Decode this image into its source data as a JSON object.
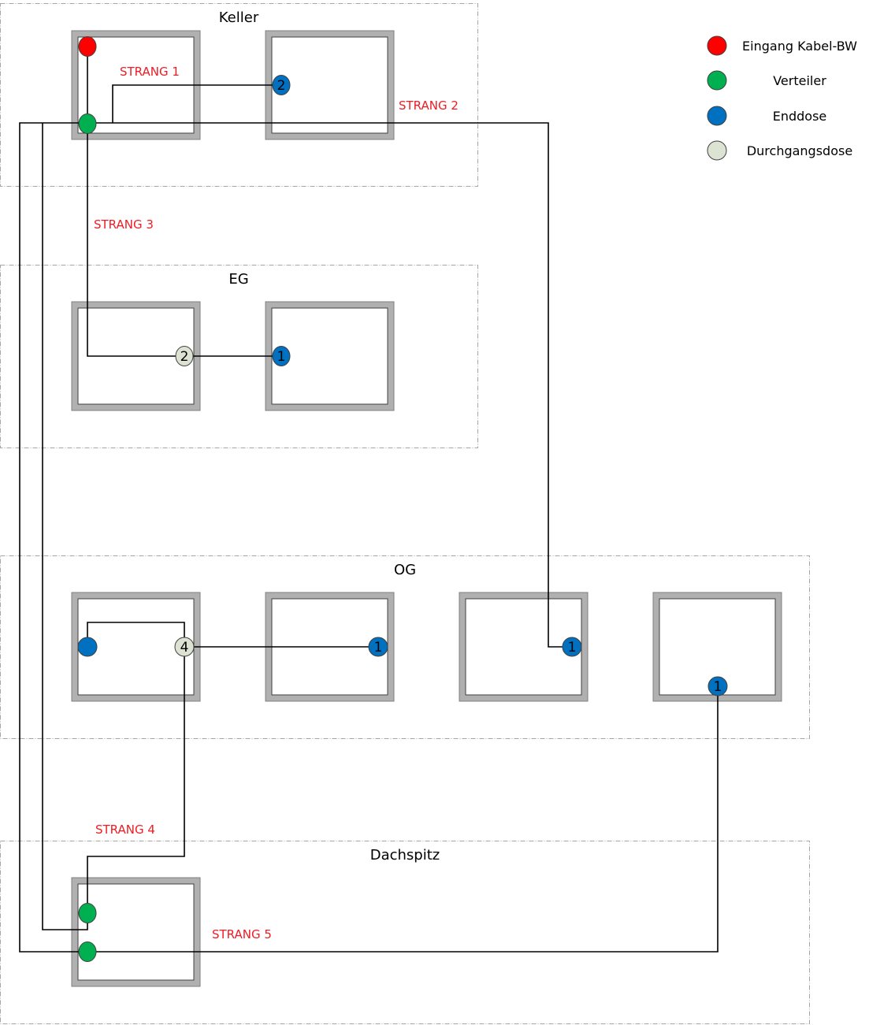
{
  "colors": {
    "eingang": "#ff0000",
    "verteiler": "#00b050",
    "enddose": "#0070c0",
    "durchgangsdose": "#dde3d2",
    "strang_label": "#ee1c24"
  },
  "zones": [
    {
      "id": "keller",
      "label": "Keller"
    },
    {
      "id": "eg",
      "label": "EG"
    },
    {
      "id": "og",
      "label": "OG"
    },
    {
      "id": "dachspitz",
      "label": "Dachspitz"
    }
  ],
  "strands": [
    {
      "id": "s1",
      "label": "STRANG 1"
    },
    {
      "id": "s2",
      "label": "STRANG 2"
    },
    {
      "id": "s3",
      "label": "STRANG 3"
    },
    {
      "id": "s4",
      "label": "STRANG 4"
    },
    {
      "id": "s5",
      "label": "STRANG 5"
    }
  ],
  "nodes": [
    {
      "id": "keller-eingang",
      "type": "eingang",
      "label": ""
    },
    {
      "id": "keller-verteiler",
      "type": "verteiler",
      "label": ""
    },
    {
      "id": "keller-enddose-2",
      "type": "enddose",
      "label": "2"
    },
    {
      "id": "eg-durchgang-2",
      "type": "durchgangsdose",
      "label": "2"
    },
    {
      "id": "eg-enddose-1",
      "type": "enddose",
      "label": "1"
    },
    {
      "id": "og-enddose-blank",
      "type": "enddose",
      "label": ""
    },
    {
      "id": "og-durchgang-4",
      "type": "durchgangsdose",
      "label": "4"
    },
    {
      "id": "og-enddose-room2",
      "type": "enddose",
      "label": "1"
    },
    {
      "id": "og-enddose-room3",
      "type": "enddose",
      "label": "1"
    },
    {
      "id": "og-enddose-room4",
      "type": "enddose",
      "label": "1"
    },
    {
      "id": "dach-verteiler-1",
      "type": "verteiler",
      "label": ""
    },
    {
      "id": "dach-verteiler-2",
      "type": "verteiler",
      "label": ""
    }
  ],
  "legend": [
    {
      "type": "eingang",
      "label": "Eingang Kabel-BW"
    },
    {
      "type": "verteiler",
      "label": "Verteiler"
    },
    {
      "type": "enddose",
      "label": "Enddose"
    },
    {
      "type": "durchgangsdose",
      "label": "Durchgangsdose"
    }
  ]
}
